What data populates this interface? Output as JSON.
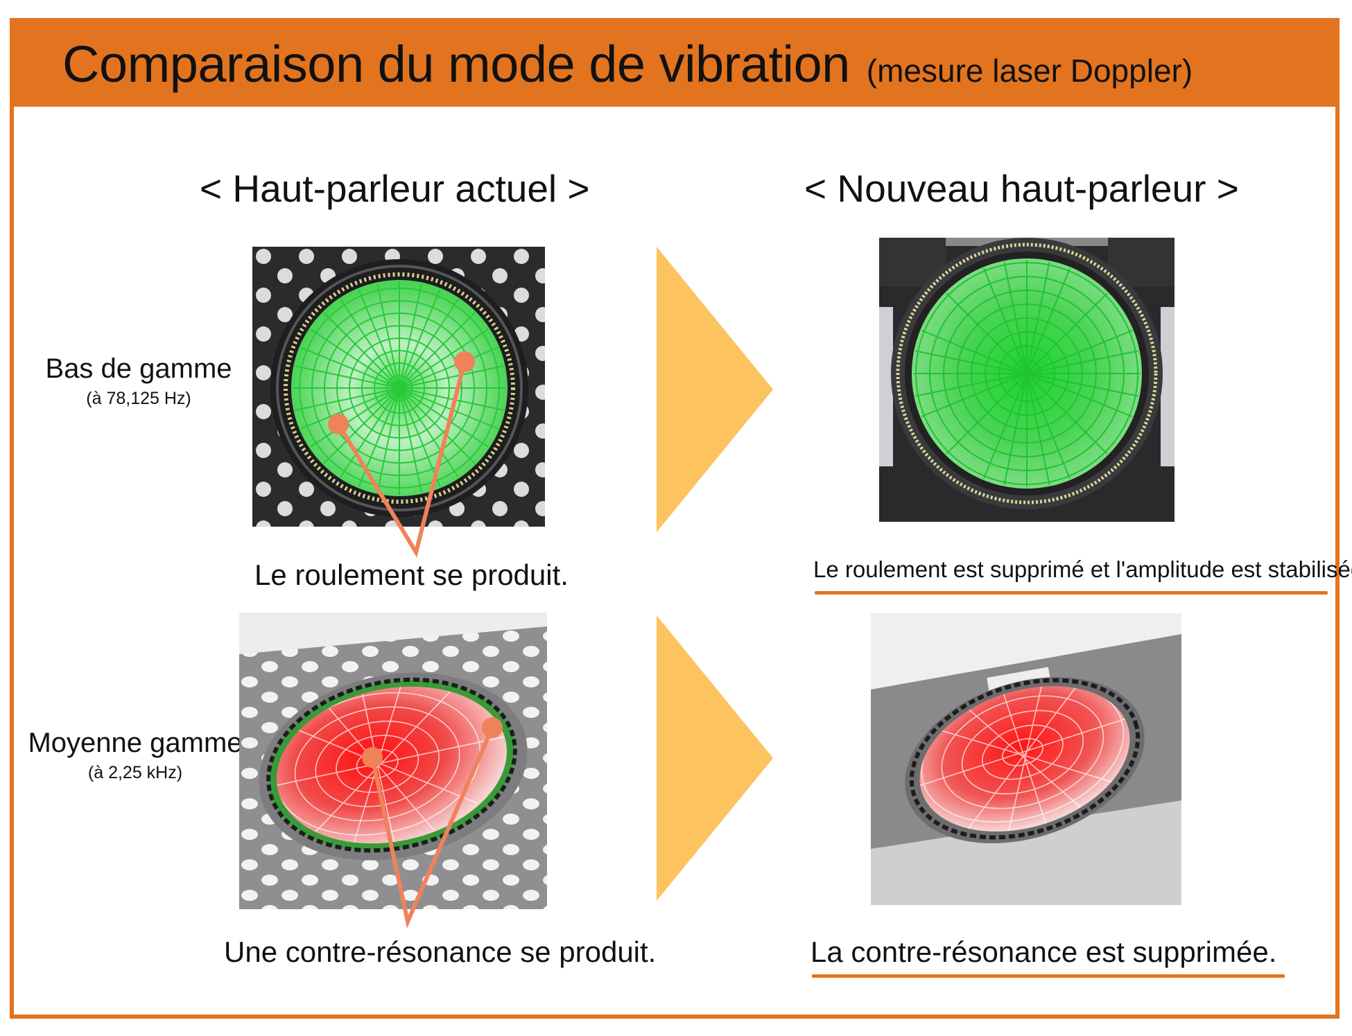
{
  "header": {
    "title": "Comparaison du mode de vibration",
    "subtitle": "(mesure laser Doppler)"
  },
  "columns": {
    "current": "< Haut-parleur actuel >",
    "new": "< Nouveau haut-parleur >"
  },
  "rows": {
    "low": {
      "label": "Bas de gamme",
      "freq": "(à 78,125 Hz)"
    },
    "mid": {
      "label": "Moyenne gamme",
      "freq": "(à 2,25 kHz)"
    }
  },
  "captions": {
    "low_current": "Le roulement se produit.",
    "low_new": "Le roulement est supprimé et l'amplitude est stabilisée.",
    "mid_current": "Une contre-résonance se produit.",
    "mid_new": "La contre-résonance est supprimée."
  },
  "colors": {
    "accent": "#e3741f",
    "arrow": "#fcc35f",
    "pointer": "#f0825a",
    "mesh_green": "#2fcf3a",
    "mesh_red": "#e8282a"
  }
}
